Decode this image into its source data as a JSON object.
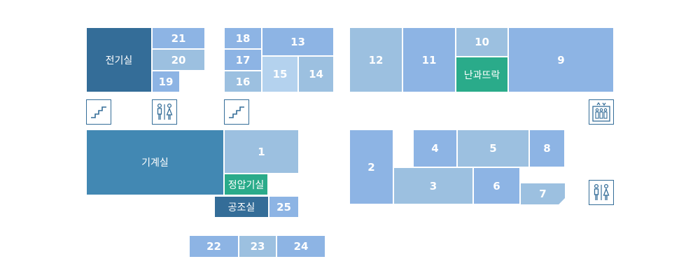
{
  "colors": {
    "room_light": "#8db4e4",
    "room_pale": "#9cc0e0",
    "room_lightest": "#b4d2ee",
    "room_dark": "#346d98",
    "room_mid": "#4288b3",
    "room_green": "#2aab8a",
    "icon_stroke": "#346d98"
  },
  "rooms": {
    "electric": "전기실",
    "r21": "21",
    "r20": "20",
    "r19": "19",
    "r18": "18",
    "r17": "17",
    "r16": "16",
    "r13": "13",
    "r15": "15",
    "r14": "14",
    "r12": "12",
    "r11": "11",
    "r10": "10",
    "nangwa": "난과뜨락",
    "r9": "9",
    "machine": "기계실",
    "r1": "1",
    "pressure": "정압기실",
    "aircon": "공조실",
    "r25": "25",
    "r22": "22",
    "r23": "23",
    "r24": "24",
    "r2": "2",
    "r4": "4",
    "r5": "5",
    "r8": "8",
    "r3": "3",
    "r6": "6",
    "r7": "7"
  },
  "icons": {
    "stairs": "stairs-icon",
    "restroom": "restroom-icon",
    "elevator": "elevator-icon"
  }
}
